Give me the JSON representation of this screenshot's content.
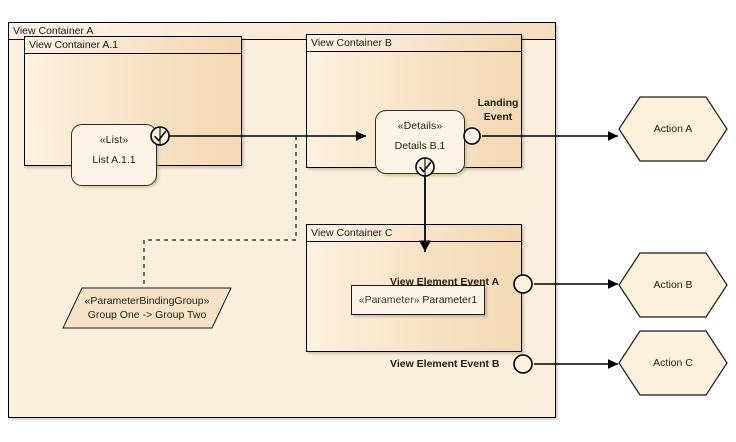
{
  "diagram": {
    "title": "View Container A",
    "type": "uml-interaction-overview",
    "colors": {
      "container_fill": "#faeedd",
      "nested_container_fill_start": "#fdf1e0",
      "nested_container_fill_end": "#f3d9b4",
      "element_fill": "#fdf4e7",
      "stroke": "#000000",
      "element_stroke": "#2b2b2b",
      "text": "#241c10",
      "element_shadow": "#beb46e"
    }
  },
  "containers": {
    "a": {
      "title": "View Container A"
    },
    "a1": {
      "title": "View Container A.1"
    },
    "b": {
      "title": "View Container B"
    },
    "c": {
      "title": "View Container C"
    }
  },
  "elements": {
    "list": {
      "stereotype": "«List»",
      "name": "List A.1.1",
      "port_icon": "check-circle-icon"
    },
    "details": {
      "stereotype": "«Details»",
      "name": "Details B.1",
      "port_icon": "check-circle-icon",
      "event_port_icon": "circle-port-icon"
    },
    "parameter": {
      "stereotype": "«Parameter»",
      "name": "Parameter1"
    },
    "binding_note": {
      "stereotype": "«ParameterBindingGroup»",
      "name": "Group One -> Group Two"
    }
  },
  "labels": {
    "landing_event": "Landing Event",
    "landing_event_line1": "Landing",
    "landing_event_line2": "Event",
    "view_element_event_a": "View Element Event A",
    "view_element_event_b": "View Element Event B"
  },
  "actions": [
    {
      "id": "action-a",
      "label": "Action A"
    },
    {
      "id": "action-b",
      "label": "Action B"
    },
    {
      "id": "action-c",
      "label": "Action C"
    }
  ]
}
